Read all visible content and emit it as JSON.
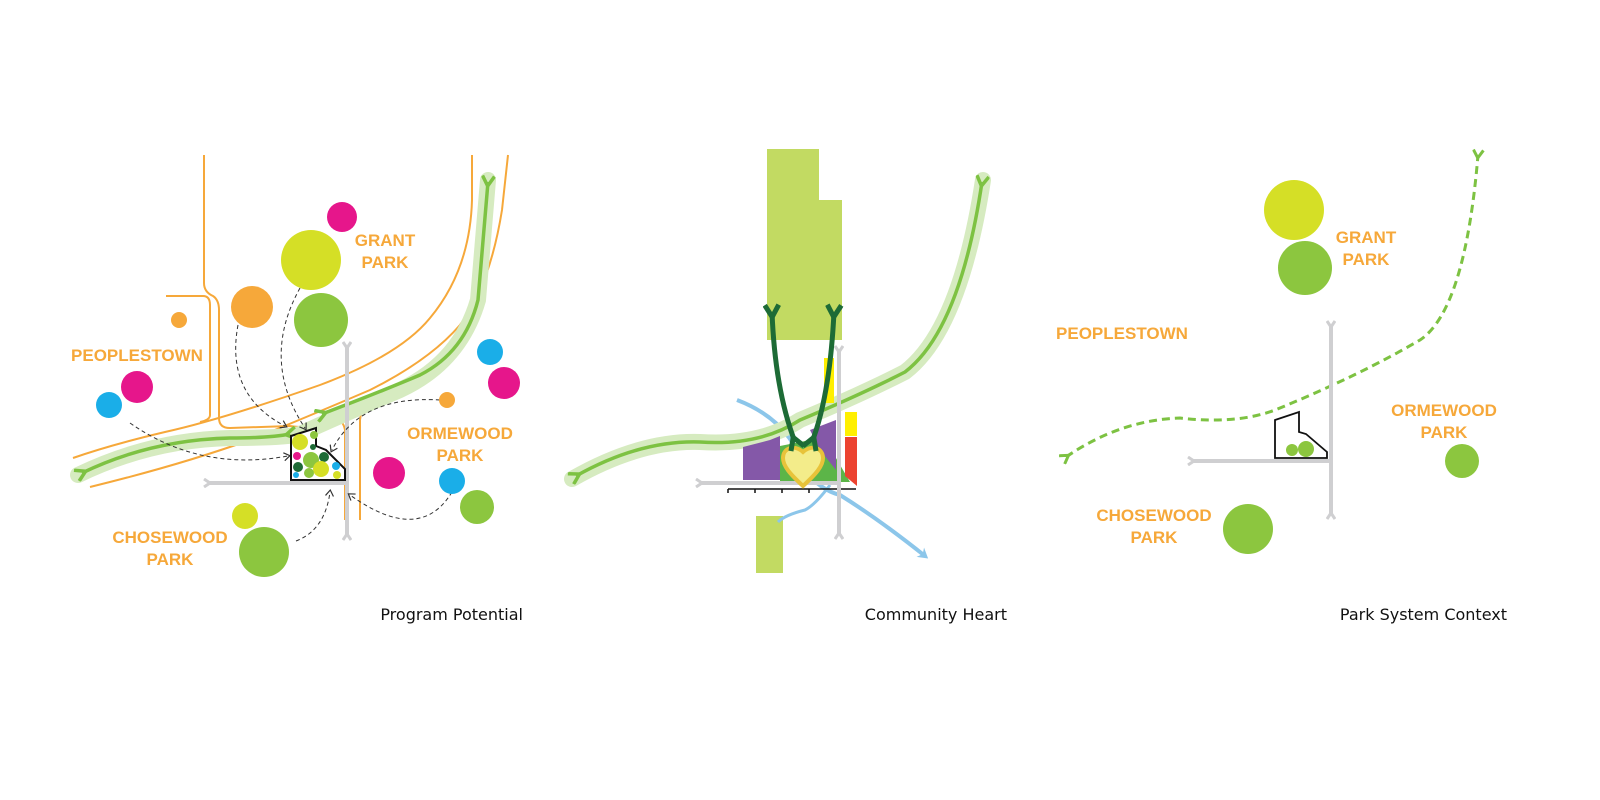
{
  "panels": [
    {
      "caption": "Program Potential",
      "labels": {
        "grant_park": [
          "GRANT",
          "PARK"
        ],
        "peoplestown": "PEOPLESTOWN",
        "ormewood_park": [
          "ORMEWOOD",
          "PARK"
        ],
        "chosewood_park": [
          "CHOSEWOOD",
          "PARK"
        ]
      }
    },
    {
      "caption": "Community Heart"
    },
    {
      "caption": "Park System Context",
      "labels": {
        "grant_park": [
          "GRANT",
          "PARK"
        ],
        "peoplestown": "PEOPLESTOWN",
        "ormewood_park": [
          "ORMEWOOD",
          "PARK"
        ],
        "chosewood_park": [
          "CHOSEWOOD",
          "PARK"
        ]
      }
    }
  ],
  "colors": {
    "label_orange": "#f6a83a",
    "road_orange": "#f6a83a",
    "trail_green": "#7dc242",
    "trail_halo": "#d6ebc0",
    "lime": "#d5df26",
    "green": "#8cc63f",
    "dark_green": "#1d6b36",
    "magenta": "#e6168b",
    "cyan": "#1aaee8",
    "orange": "#f6a83a",
    "purple": "#8458a8",
    "yellow": "#ffef00",
    "red": "#ec4330",
    "park_green": "#c2da62",
    "water_blue": "#8cc6ea",
    "arrow_gray": "#cfcfd1"
  }
}
